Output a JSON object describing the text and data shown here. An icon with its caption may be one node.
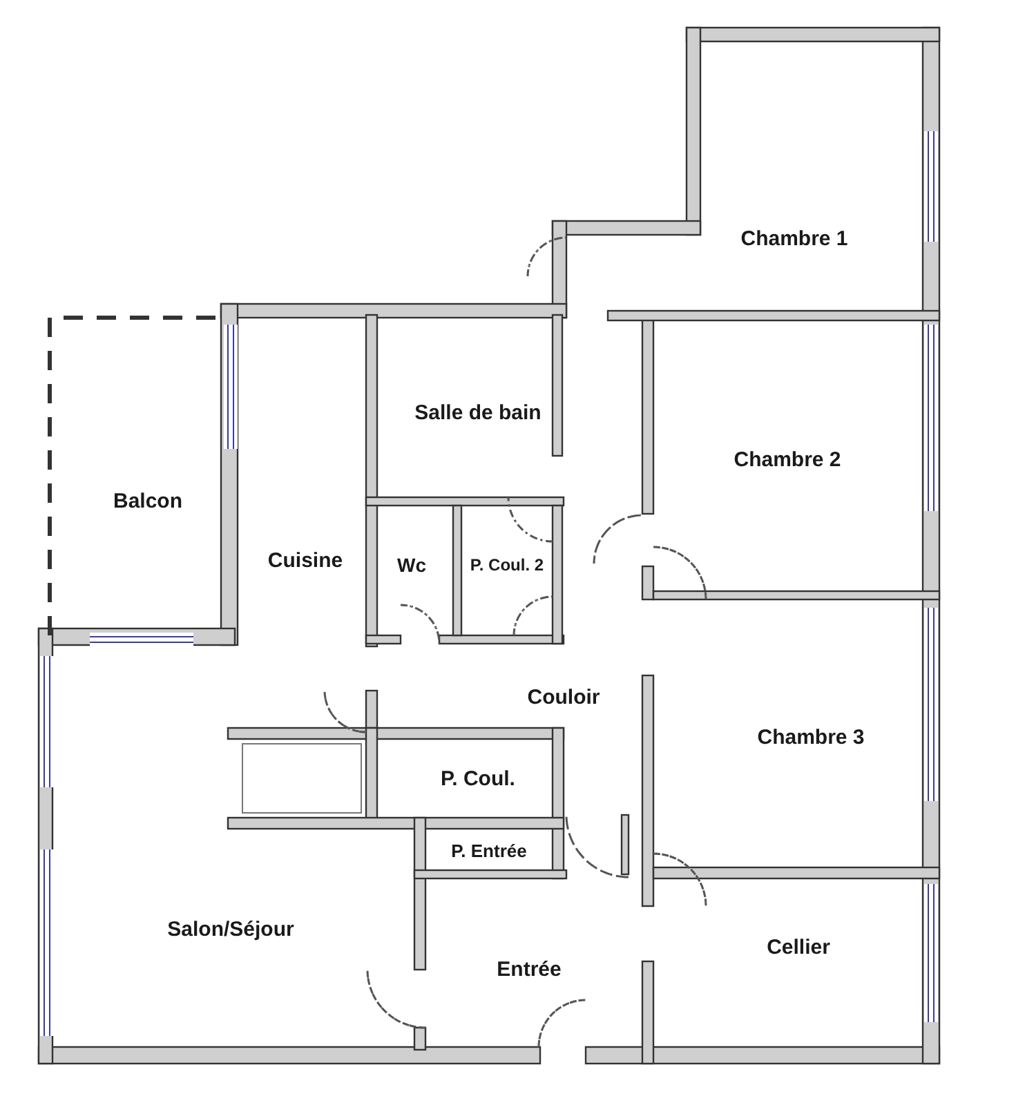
{
  "diagram": {
    "nodes": [
      {
        "text": [
          "Chambre 1"
        ]
      },
      {
        "text": [
          "Balcon"
        ]
      },
      {
        "text": [
          "Cuisine"
        ]
      },
      {
        "text": [
          "Salle de bain"
        ]
      },
      {
        "text": [
          "Chambre 2"
        ]
      },
      {
        "text": [
          "Wc"
        ]
      },
      {
        "text": [
          "P. Coul. 2"
        ]
      },
      {
        "text": [
          "Couloir"
        ]
      },
      {
        "text": [
          "Chambre 3"
        ]
      },
      {
        "text": [],
        "shape": "box"
      },
      {
        "text": [
          "P. Coul."
        ]
      },
      {
        "text": [
          "P. Entrée"
        ]
      },
      {
        "text": [
          "Salon/Séjour"
        ]
      },
      {
        "text": [
          "Entrée"
        ]
      },
      {
        "text": [
          "Cellier"
        ]
      }
    ]
  }
}
